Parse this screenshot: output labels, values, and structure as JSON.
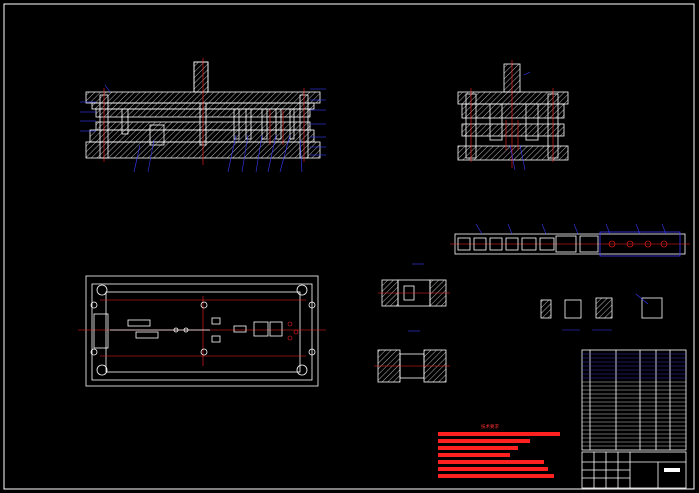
{
  "drawing": {
    "background": "#000000",
    "frame_color": "#ffffff",
    "hatch_color": "#ffffff",
    "centerline_color": "#ff2020",
    "leader_color": "#3a3aff",
    "notes_color": "#ff2020"
  },
  "views": {
    "front_section": {
      "name": "front-section-view"
    },
    "side_section": {
      "name": "side-section-view"
    },
    "plan_view": {
      "name": "lower-die-plan-view"
    },
    "strip_layout": {
      "name": "strip-layout"
    },
    "part_detail_a": {
      "name": "part-detail-a"
    },
    "part_detail_b": {
      "name": "part-detail-b"
    },
    "small_parts": {
      "name": "small-part-details"
    }
  },
  "notes": {
    "title": "技术要求",
    "line_count": 7
  },
  "title_block": {
    "name": "title-block"
  }
}
